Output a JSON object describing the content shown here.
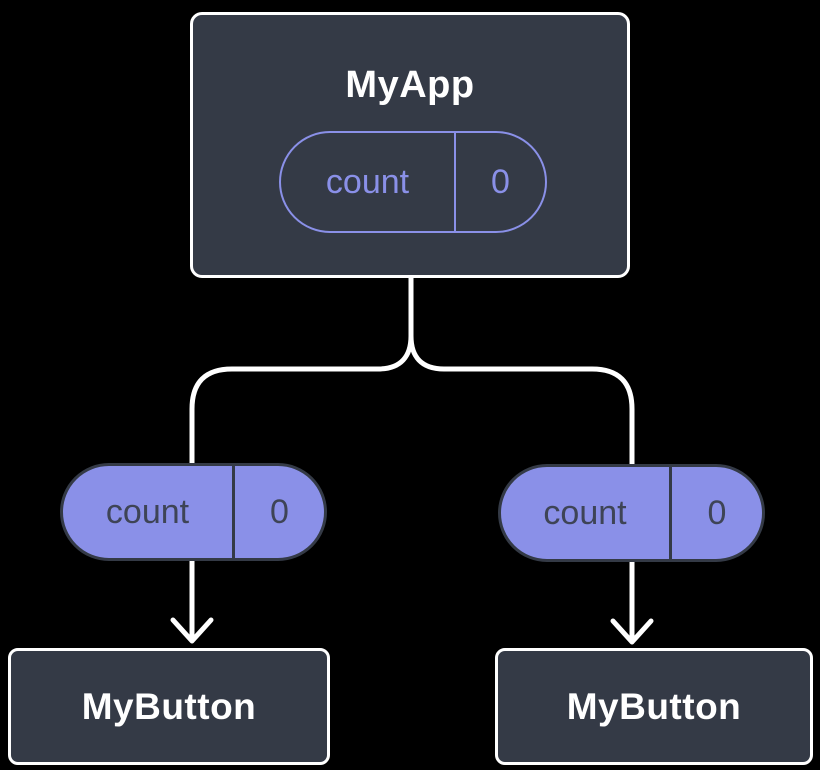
{
  "diagram_type": "react-component-state-tree",
  "colors": {
    "background": "#000000",
    "node_fill": "#343A46",
    "node_border": "#FFFFFF",
    "node_text": "#FFFFFF",
    "accent_purple": "#8A90E8",
    "pill_dark_text": "#3E4456",
    "connector_line": "#FFFFFF"
  },
  "tree": {
    "root": {
      "label": "MyApp",
      "state": {
        "name": "count",
        "value": "0"
      }
    },
    "props": {
      "left": {
        "name": "count",
        "value": "0"
      },
      "right": {
        "name": "count",
        "value": "0"
      }
    },
    "children": {
      "left": {
        "label": "MyButton"
      },
      "right": {
        "label": "MyButton"
      }
    }
  }
}
